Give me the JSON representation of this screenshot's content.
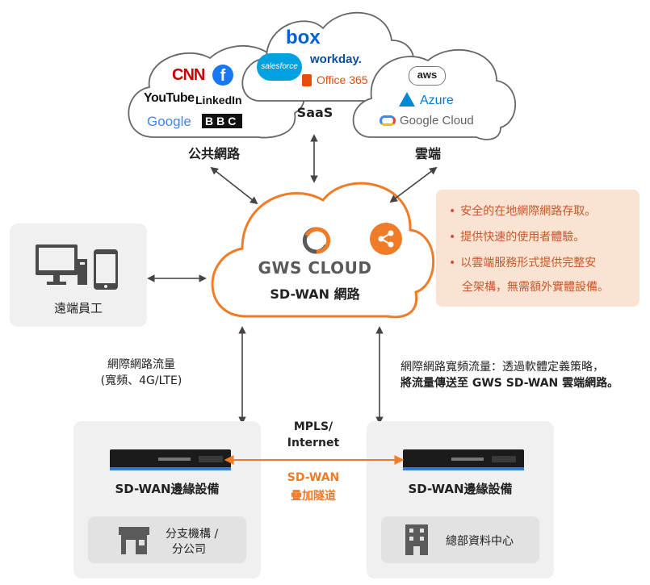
{
  "clouds": {
    "public": {
      "label": "公共網路",
      "logos": [
        "CNN",
        "f",
        "YouTube",
        "LinkedIn",
        "Google",
        "BBC"
      ]
    },
    "saas": {
      "label": "SaaS",
      "logos": [
        "box",
        "salesforce",
        "workday.",
        "Office 365"
      ]
    },
    "cloud": {
      "label": "雲端",
      "logos": [
        "aws",
        "Azure",
        "Google Cloud"
      ]
    }
  },
  "central": {
    "brand": "GWS CLOUD",
    "subtitle": "SD-WAN 網路"
  },
  "benefits": [
    "安全的在地網際網路存取。",
    "提供快速的使用者體驗。",
    "以雲端服務形式提供完整安",
    "全架構，無需額外實體設備。"
  ],
  "remote": {
    "label": "遠端員工"
  },
  "left_link": {
    "line1": "網際網路流量",
    "line2": "(寬頻、4G/LTE)"
  },
  "right_link": {
    "line1": "網際網路寬頻流量：透過軟體定義策略，",
    "line2": "將流量傳送至 GWS SD-WAN 雲端網路。"
  },
  "mpls": {
    "line1": "MPLS/",
    "line2": "Internet"
  },
  "tunnel": {
    "line1": "SD-WAN",
    "line2": "疊加隧道"
  },
  "left_site": {
    "device_label": "SD-WAN邊緣設備",
    "site_line1": "分支機構 /",
    "site_line2": "分公司"
  },
  "right_site": {
    "device_label": "SD-WAN邊緣設備",
    "site_label": "總部資料中心"
  },
  "colors": {
    "orange": "#f07c28",
    "gray_panel": "#f0f0f0",
    "benefit_text": "#c5582a",
    "arrow": "#444444"
  }
}
